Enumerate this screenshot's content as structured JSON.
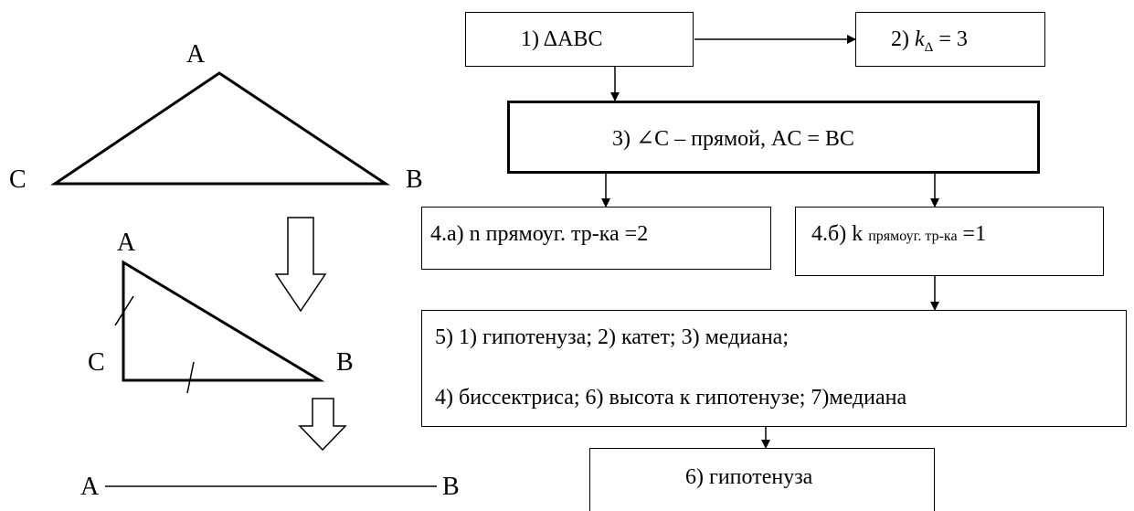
{
  "left_figure": {
    "triangle1": {
      "A": "A",
      "B": "B",
      "C": "C"
    },
    "triangle2": {
      "A": "A",
      "B": "B",
      "C": "C"
    },
    "segment": {
      "A": "A",
      "B": "B"
    }
  },
  "flow": {
    "box1": "1)  ΔABC",
    "box2_prefix": "2) ",
    "box2_k": "k",
    "box2_sub": "Δ",
    "box2_suffix": " =  3",
    "box3": "3) ∠C – прямой, AC = BC",
    "box4a": "4.a) n прямоуг. тр-ка =2",
    "box4b_prefix": "4.б) k ",
    "box4b_small": "прямоуг. тр-ка",
    "box4b_suffix": " =1",
    "box5_line1": "5) 1) гипотенуза; 2) катет; 3) медиана;",
    "box5_line2": "4) биссектриса; 6) высота к гипотенузе; 7)медиана",
    "box6": "6) гипотенуза"
  }
}
